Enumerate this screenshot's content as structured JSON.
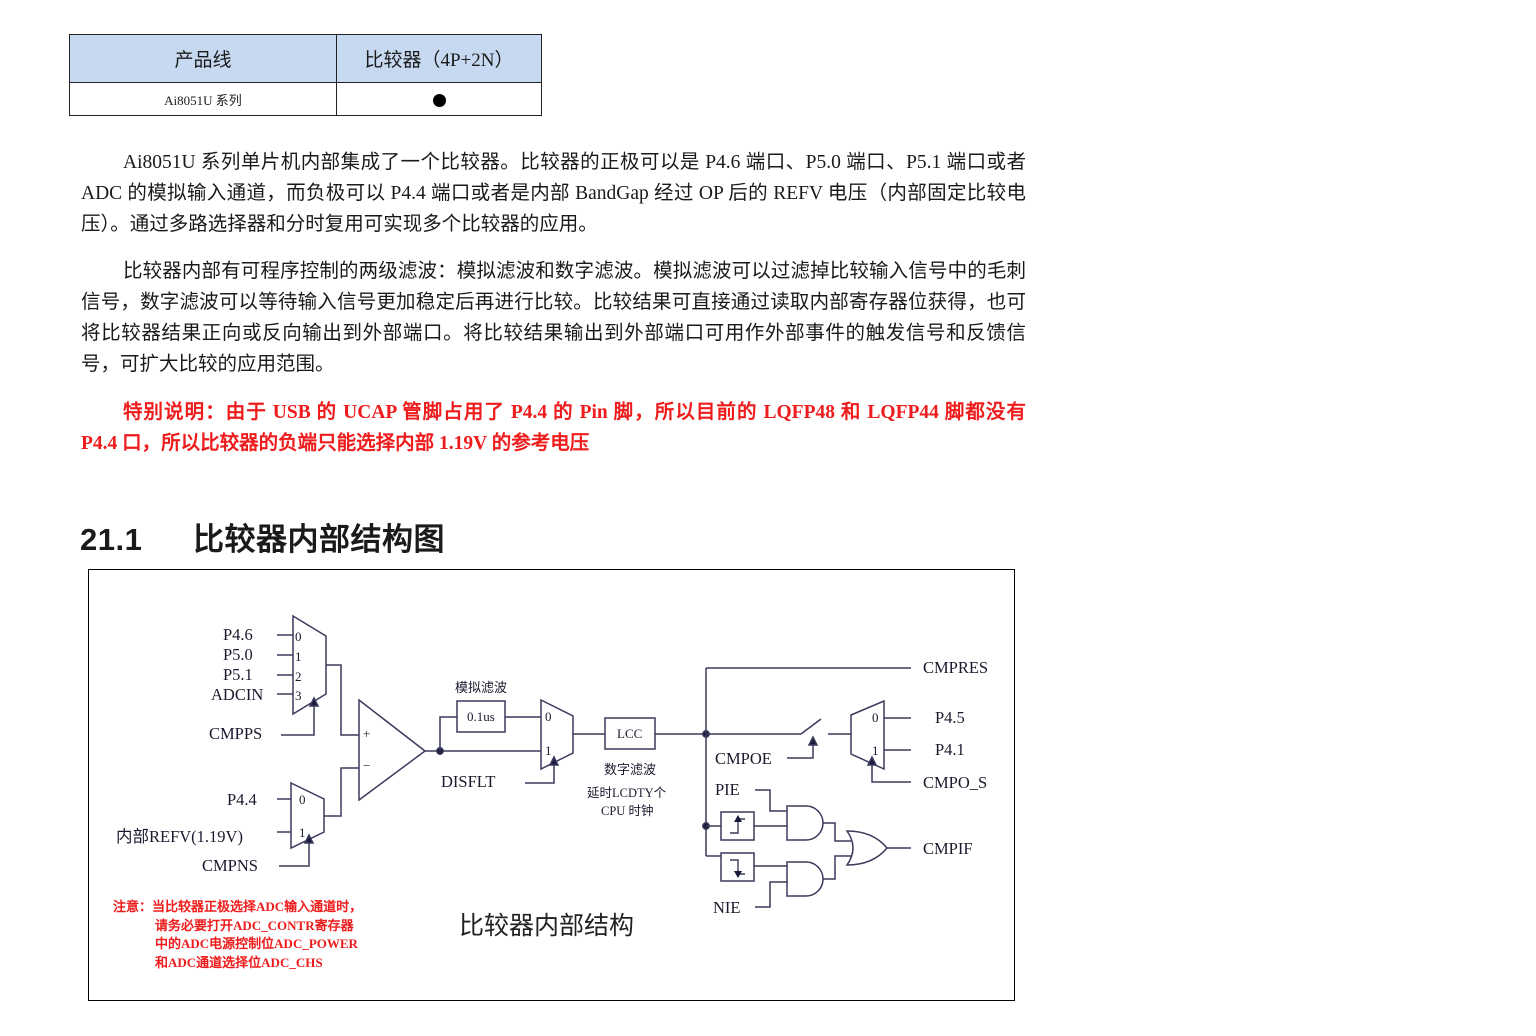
{
  "table": {
    "headers": [
      "产品线",
      "比较器（4P+2N）"
    ],
    "rows": [
      {
        "product": "Ai8051U 系列",
        "comparator": "●"
      }
    ],
    "header_bg": "#c6d9f0"
  },
  "paragraphs": [
    "Ai8051U 系列单片机内部集成了一个比较器。比较器的正极可以是 P4.6 端口、P5.0 端口、P5.1 端口或者 ADC 的模拟输入通道，而负极可以 P4.4 端口或者是内部 BandGap 经过 OP 后的 REFV 电压（内部固定比较电压）。通过多路选择器和分时复用可实现多个比较器的应用。",
    "比较器内部有可程序控制的两级滤波：模拟滤波和数字滤波。模拟滤波可以过滤掉比较输入信号中的毛刺信号，数字滤波可以等待输入信号更加稳定后再进行比较。比较结果可直接通过读取内部寄存器位获得，也可将比较器结果正向或反向输出到外部端口。将比较结果输出到外部端口可用作外部事件的触发信号和反馈信号，可扩大比较的应用范围。"
  ],
  "special_note": {
    "text": "特别说明：由于 USB 的 UCAP 管脚占用了 P4.4 的 Pin 脚，所以目前的 LQFP48 和 LQFP44 脚都没有 P4.4 口，所以比较器的负端只能选择内部 1.19V 的参考电压",
    "color": "#ee1c1c"
  },
  "section": {
    "number": "21.1",
    "title": "比较器内部结构图"
  },
  "diagram": {
    "caption": "比较器内部结构",
    "positive_inputs": [
      "P4.6",
      "P5.0",
      "P5.1",
      "ADCIN"
    ],
    "positive_mux_indices": [
      "0",
      "1",
      "2",
      "3"
    ],
    "positive_select": "CMPPS",
    "negative_inputs": [
      "P4.4",
      "内部REFV(1.19V)"
    ],
    "negative_mux_indices": [
      "0",
      "1"
    ],
    "negative_select": "CMPNS",
    "comparator_plus": "+",
    "comparator_minus": "−",
    "analog_filter_label": "模拟滤波",
    "analog_filter_value": "0.1us",
    "filter_mux_indices": [
      "0",
      "1"
    ],
    "filter_disable": "DISFLT",
    "lcc_label": "LCC",
    "digital_filter_label": "数字滤波",
    "digital_filter_desc_1": "延时LCDTY个",
    "digital_filter_desc_2": "CPU 时钟",
    "result_label": "CMPRES",
    "output_enable": "CMPOE",
    "output_mux_indices": [
      "0",
      "1"
    ],
    "output_pins": [
      "P4.5",
      "P4.1"
    ],
    "output_select": "CMPO_S",
    "pos_edge_enable": "PIE",
    "neg_edge_enable": "NIE",
    "interrupt_flag": "CMPIF",
    "note_lines": [
      "注意：当比较器正极选择ADC输入通道时，",
      "请务必要打开ADC_CONTR寄存器",
      "中的ADC电源控制位ADC_POWER",
      "和ADC通道选择位ADC_CHS"
    ],
    "note_color": "#ee1c1c",
    "line_color": "#3a3a5c"
  }
}
